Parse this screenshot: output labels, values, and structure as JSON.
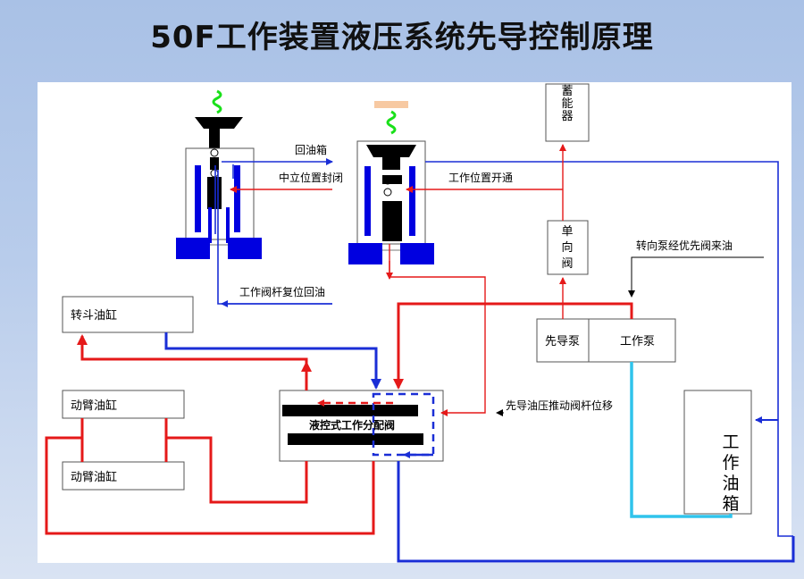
{
  "title": "50F工作装置液压系统先导控制原理",
  "labels": {
    "return_tank": "回油箱",
    "neutral_closed": "中立位置封闭",
    "work_open": "工作位置开通",
    "spool_reset_return": "工作阀杆复位回油",
    "steering_pump_oil": "转向泵经优先阀来油",
    "pilot_push_spool": "先导油压推动阀杆位移"
  },
  "boxes": {
    "accumulator": "蓄能器",
    "check_valve": "单向阀",
    "pilot_pump": "先导泵",
    "work_pump": "工作泵",
    "bucket_cylinder": "转斗油缸",
    "boom_cylinder_1": "动臂油缸",
    "boom_cylinder_2": "动臂油缸",
    "control_valve": "液控式工作分配阀",
    "work_tank": "工作油箱"
  },
  "colors": {
    "pressure_line": "#e51919",
    "return_line": "#1a2ed6",
    "suction_line": "#30c4ec",
    "spring": "#19e019",
    "block": "#0000e0"
  }
}
